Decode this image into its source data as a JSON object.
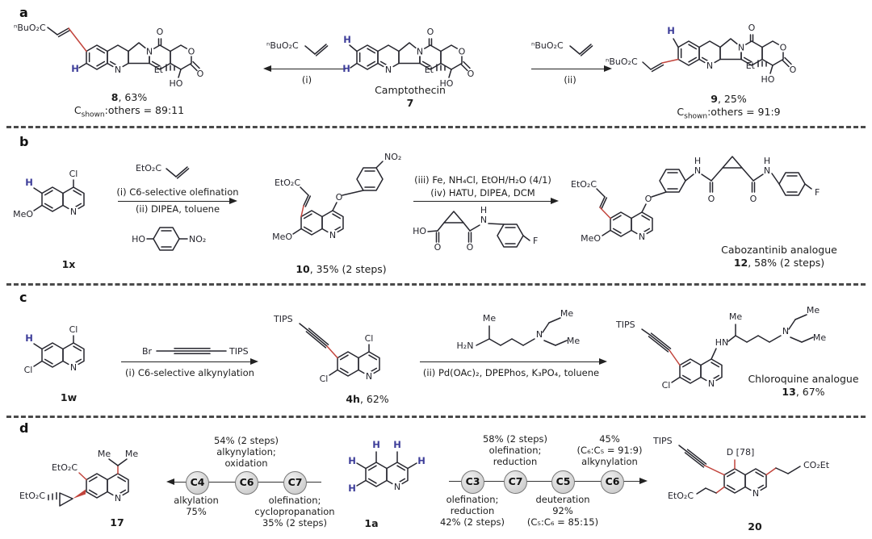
{
  "colors": {
    "bond": "#26262e",
    "new_bond": "#c2443c",
    "hydrogen_label": "#3d3d99",
    "route_node_fill": "#d9d9d9",
    "route_node_border": "#7a7a7a"
  },
  "atoms": {
    "N": "N",
    "O": "O",
    "H": "H",
    "Cl": "Cl",
    "F": "F",
    "HO": "HO",
    "MeO": "MeO",
    "Me": "Me",
    "Et": "Et",
    "Br": "Br",
    "TIPS": "TIPS",
    "HN": "HN",
    "H2N": "H₂N",
    "NO2": "NO₂",
    "EtO2C": "EtO₂C",
    "nBuO2C": "ⁿBuO₂C",
    "CO2Et": "CO₂Et",
    "D78": "D [78]"
  },
  "panel_a": {
    "label": "a",
    "product_left": {
      "id": "8",
      "yield": ", 63%",
      "ratio_pre": "C",
      "ratio_sub": "shown",
      "ratio_post": ":others = 89:11"
    },
    "step_left": "(i)",
    "substrate_name": "Camptothecin",
    "substrate_id": "7",
    "step_right": "(ii)",
    "product_right": {
      "id": "9",
      "yield": ", 25%",
      "ratio_pre": "C",
      "ratio_sub": "shown",
      "ratio_post": ":others = 91:9"
    }
  },
  "panel_b": {
    "label": "b",
    "substrate_id": "1x",
    "step1_line1": "(i) C6-selective olefination",
    "step1_line2": "(ii) DIPEA, toluene",
    "intermediate": {
      "id": "10",
      "yield": ", 35% (2 steps)"
    },
    "step2_line1": "(iii) Fe, NH₄Cl, EtOH/H₂O (4/1)",
    "step2_line2": "(iv) HATU, DIPEA, DCM",
    "product": {
      "name": "Cabozantinib analogue",
      "id": "12",
      "yield": ", 58% (2 steps)"
    }
  },
  "panel_c": {
    "label": "c",
    "substrate_id": "1w",
    "step1_line1": "(i) C6-selective alkynylation",
    "intermediate": {
      "id": "4h",
      "yield": ", 62%"
    },
    "step2_line1": "(ii) Pd(OAc)₂, DPEPhos, K₃PO₄, toluene",
    "product": {
      "name": "Chloroquine analogue",
      "id": "13",
      "yield": ", 67%"
    }
  },
  "panel_d": {
    "label": "d",
    "product_left_id": "17",
    "substrate_id": "1a",
    "product_right_id": "20",
    "route_left": {
      "nodes": [
        "C4",
        "C6",
        "C7"
      ],
      "above_c6": [
        "54% (2 steps)",
        "alkynylation;",
        "oxidation"
      ],
      "below_c4": [
        "alkylation",
        "75%"
      ],
      "below_c7": [
        "olefination;",
        "cyclopropanation",
        "35% (2 steps)"
      ]
    },
    "route_right": {
      "nodes": [
        "C3",
        "C7",
        "C5",
        "C6"
      ],
      "above_c7": [
        "58% (2 steps)",
        "olefination;",
        "reduction"
      ],
      "above_c6": [
        "45%",
        "(C₆:C₅ = 91:9)",
        "alkynylation"
      ],
      "below_c3": [
        "olefination;",
        "reduction",
        "42% (2 steps)"
      ],
      "below_c5": [
        "deuteration",
        "92%",
        "(C₅:C₆ = 85:15)"
      ]
    }
  }
}
